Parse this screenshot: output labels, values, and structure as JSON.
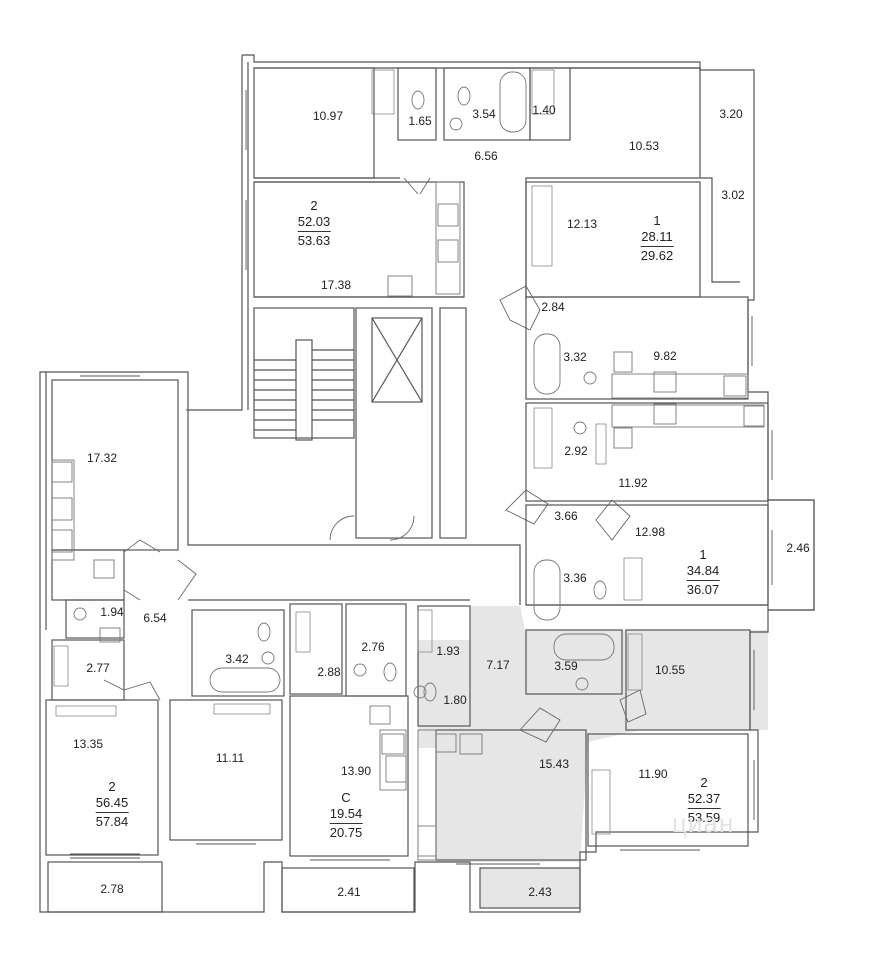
{
  "rooms": {
    "r_10_97": "10.97",
    "r_1_65": "1.65",
    "r_3_54": "3.54",
    "r_1_40": "1.40",
    "r_6_56": "6.56",
    "r_10_53": "10.53",
    "r_3_20": "3.20",
    "r_3_02": "3.02",
    "r_12_13": "12.13",
    "r_17_38": "17.38",
    "r_2_84": "2.84",
    "r_3_32": "3.32",
    "r_9_82": "9.82",
    "r_17_32": "17.32",
    "r_2_92": "2.92",
    "r_11_92": "11.92",
    "r_3_66": "3.66",
    "r_12_98": "12.98",
    "r_2_46": "2.46",
    "r_3_36": "3.36",
    "r_1_94": "1.94",
    "r_6_54": "6.54",
    "r_2_77": "2.77",
    "r_3_42": "3.42",
    "r_2_76": "2.76",
    "r_2_88": "2.88",
    "r_1_93": "1.93",
    "r_7_17": "7.17",
    "r_3_59": "3.59",
    "r_10_55": "10.55",
    "r_1_80": "1.80",
    "r_13_35": "13.35",
    "r_11_11": "11.11",
    "r_13_90": "13.90",
    "r_15_43": "15.43",
    "r_11_90": "11.90",
    "r_2_78": "2.78",
    "r_2_41": "2.41",
    "r_2_43": "2.43"
  },
  "apartments": [
    {
      "rooms": "2",
      "living": "52.03",
      "total": "53.63"
    },
    {
      "rooms": "1",
      "living": "28.11",
      "total": "29.62"
    },
    {
      "rooms": "1",
      "living": "34.84",
      "total": "36.07"
    },
    {
      "rooms": "2",
      "living": "56.45",
      "total": "57.84"
    },
    {
      "rooms": "С",
      "living": "19.54",
      "total": "20.75"
    },
    {
      "rooms": "2",
      "living": "52.37",
      "total": "53.59"
    }
  ],
  "watermark": "циан",
  "colors": {
    "wall": "#555555",
    "highlight": "#e6e6e6",
    "fixture": "#777777"
  }
}
